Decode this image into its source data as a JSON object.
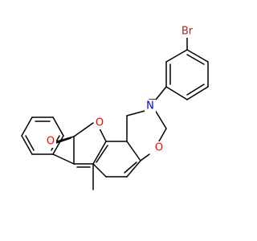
{
  "molecule": {
    "atoms": [
      {
        "id": "Br",
        "label": "Br",
        "color": "#a52a2a"
      },
      {
        "id": "N",
        "label": "N",
        "color": "#0000ff"
      },
      {
        "id": "O1",
        "label": "O",
        "color": "#ff0000"
      },
      {
        "id": "O2",
        "label": "O",
        "color": "#ff0000"
      },
      {
        "id": "O3",
        "label": "O",
        "color": "#ff0000"
      }
    ]
  }
}
